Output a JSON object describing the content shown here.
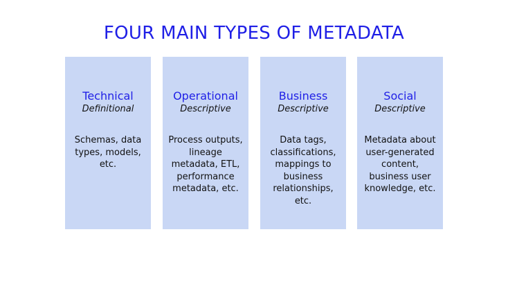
{
  "title": "FOUR MAIN TYPES OF METADATA",
  "cards": [
    {
      "heading": "Technical",
      "subheading": "Definitional",
      "description": "Schemas, data types, models, etc."
    },
    {
      "heading": "Operational",
      "subheading": "Descriptive",
      "description": "Process outputs, lineage metadata, ETL, performance metadata, etc."
    },
    {
      "heading": "Business",
      "subheading": "Descriptive",
      "description": "Data tags, classifications, mappings to business relationships, etc."
    },
    {
      "heading": "Social",
      "subheading": "Descriptive",
      "description": "Metadata about user-generated content, business user knowledge, etc."
    }
  ],
  "colors": {
    "title": "#1f1fe6",
    "card_background": "#c9d7f5",
    "body_text": "#111111"
  }
}
